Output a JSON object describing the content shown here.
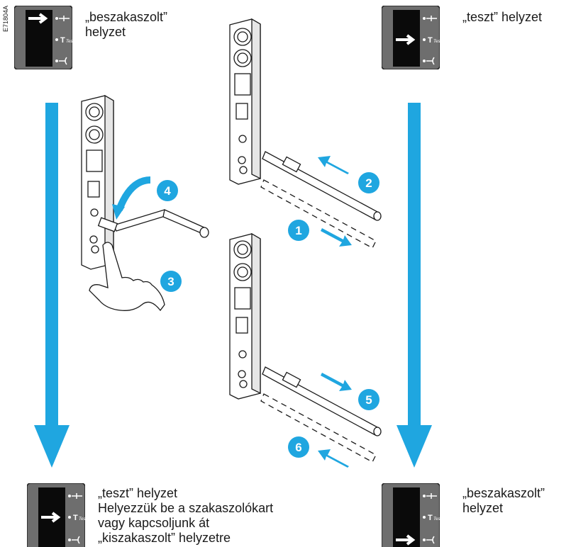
{
  "doc_code": "E71804A",
  "panels": {
    "top_left": {
      "label_lines": [
        "„beszakaszolt”",
        "helyzet"
      ],
      "indicator": "connected"
    },
    "top_right": {
      "label_lines": [
        "„teszt” helyzet"
      ],
      "indicator": "test"
    },
    "bottom_left": {
      "label_lines": [
        "„teszt” helyzet",
        "Helyezzük be a szakaszolókart",
        "vagy kapcsoljunk át",
        "„kiszakaszolt” helyzetre"
      ],
      "indicator": "test"
    },
    "bottom_right": {
      "label_lines": [
        "„beszakaszolt”",
        "helyzet"
      ],
      "indicator": "disconnected"
    }
  },
  "indicator_test_word": "Test",
  "indicator_test_letter": "T",
  "steps": [
    "1",
    "2",
    "3",
    "4",
    "5",
    "6"
  ],
  "colors": {
    "accent": "#1fa6e0",
    "panel_bg": "#6e6e6e",
    "panel_black": "#0a0a0a",
    "line": "#1a1a1a"
  }
}
